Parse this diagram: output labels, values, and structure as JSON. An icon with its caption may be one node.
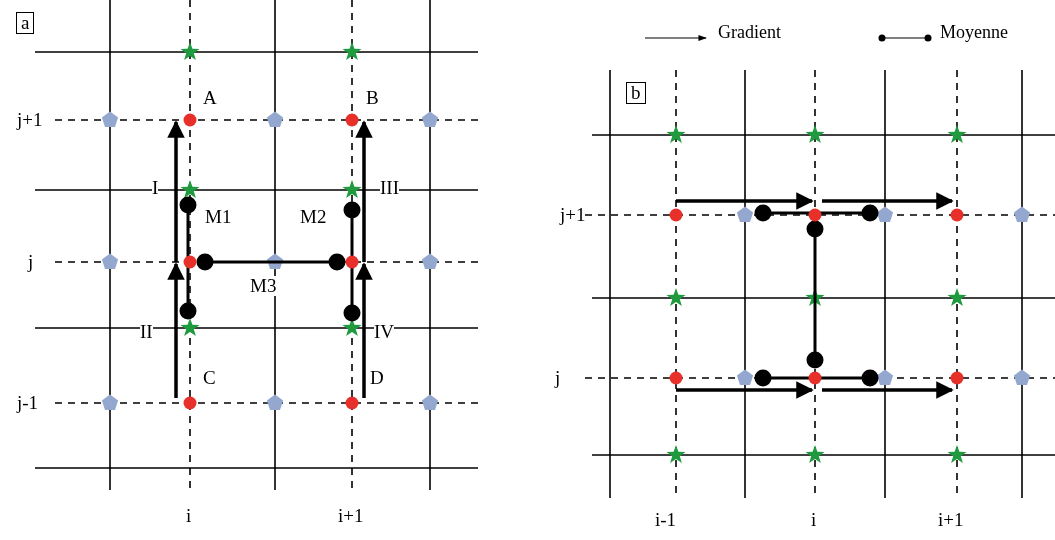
{
  "diagram": {
    "labels": [
      "a",
      "A",
      "B",
      "b",
      "j+1",
      "I",
      "III",
      "M1",
      "M2",
      "j+1",
      "j",
      "M3",
      "II",
      "IV",
      "C",
      "D",
      "j",
      "j-1",
      "i",
      "i+1",
      "i-1",
      "i",
      "i+1"
    ],
    "legend": [
      {
        "text": "Gradient"
      },
      {
        "text": "Moyenne"
      }
    ]
  }
}
